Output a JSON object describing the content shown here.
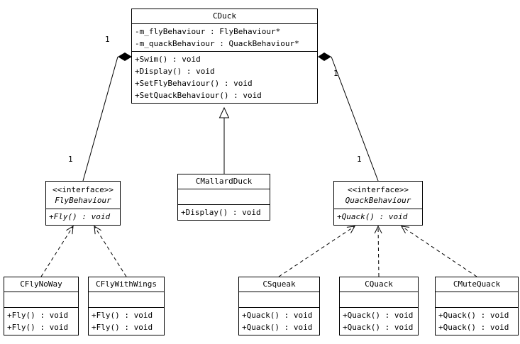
{
  "classes": {
    "cduck": {
      "name": "CDuck",
      "attributes": [
        "-m_flyBehaviour : FlyBehaviour*",
        "-m_quackBehaviour : QuackBehaviour*"
      ],
      "methods": [
        "+Swim() : void",
        "+Display() : void",
        "+SetFlyBehaviour() : void",
        "+SetQuackBehaviour() : void"
      ]
    },
    "cmallardduck": {
      "name": "CMallardDuck",
      "methods": [
        "+Display() : void"
      ]
    },
    "flybehaviour": {
      "stereotype": "<<interface>>",
      "name": "FlyBehaviour",
      "methods": [
        "+Fly() : void"
      ]
    },
    "quackbehaviour": {
      "stereotype": "<<interface>>",
      "name": "QuackBehaviour",
      "methods": [
        "+Quack() : void"
      ]
    },
    "cflynoway": {
      "name": "CFlyNoWay",
      "methods": [
        "+Fly() : void",
        "+Fly() : void"
      ]
    },
    "cflywithwings": {
      "name": "CFlyWithWings",
      "methods": [
        "+Fly() : void",
        "+Fly() : void"
      ]
    },
    "csqueak": {
      "name": "CSqueak",
      "methods": [
        "+Quack() : void",
        "+Quack() : void"
      ]
    },
    "cquack": {
      "name": "CQuack",
      "methods": [
        "+Quack() : void",
        "+Quack() : void"
      ]
    },
    "cmutequack": {
      "name": "CMuteQuack",
      "methods": [
        "+Quack() : void",
        "+Quack() : void"
      ]
    }
  },
  "multiplicities": {
    "fly_cduck": "1",
    "fly_interface": "1",
    "quack_cduck": "1",
    "quack_interface": "1"
  },
  "relations": {
    "composition": [
      "CDuck<*>-FlyBehaviour",
      "CDuck<*>-QuackBehaviour"
    ],
    "generalization": [
      "CMallardDuck->CDuck"
    ],
    "realization": [
      "CFlyNoWay-->FlyBehaviour",
      "CFlyWithWings-->FlyBehaviour",
      "CSqueak-->QuackBehaviour",
      "CQuack-->QuackBehaviour",
      "CMuteQuack-->QuackBehaviour"
    ]
  },
  "colors": {
    "line": "#000000",
    "box_bg": "#ffffff"
  }
}
